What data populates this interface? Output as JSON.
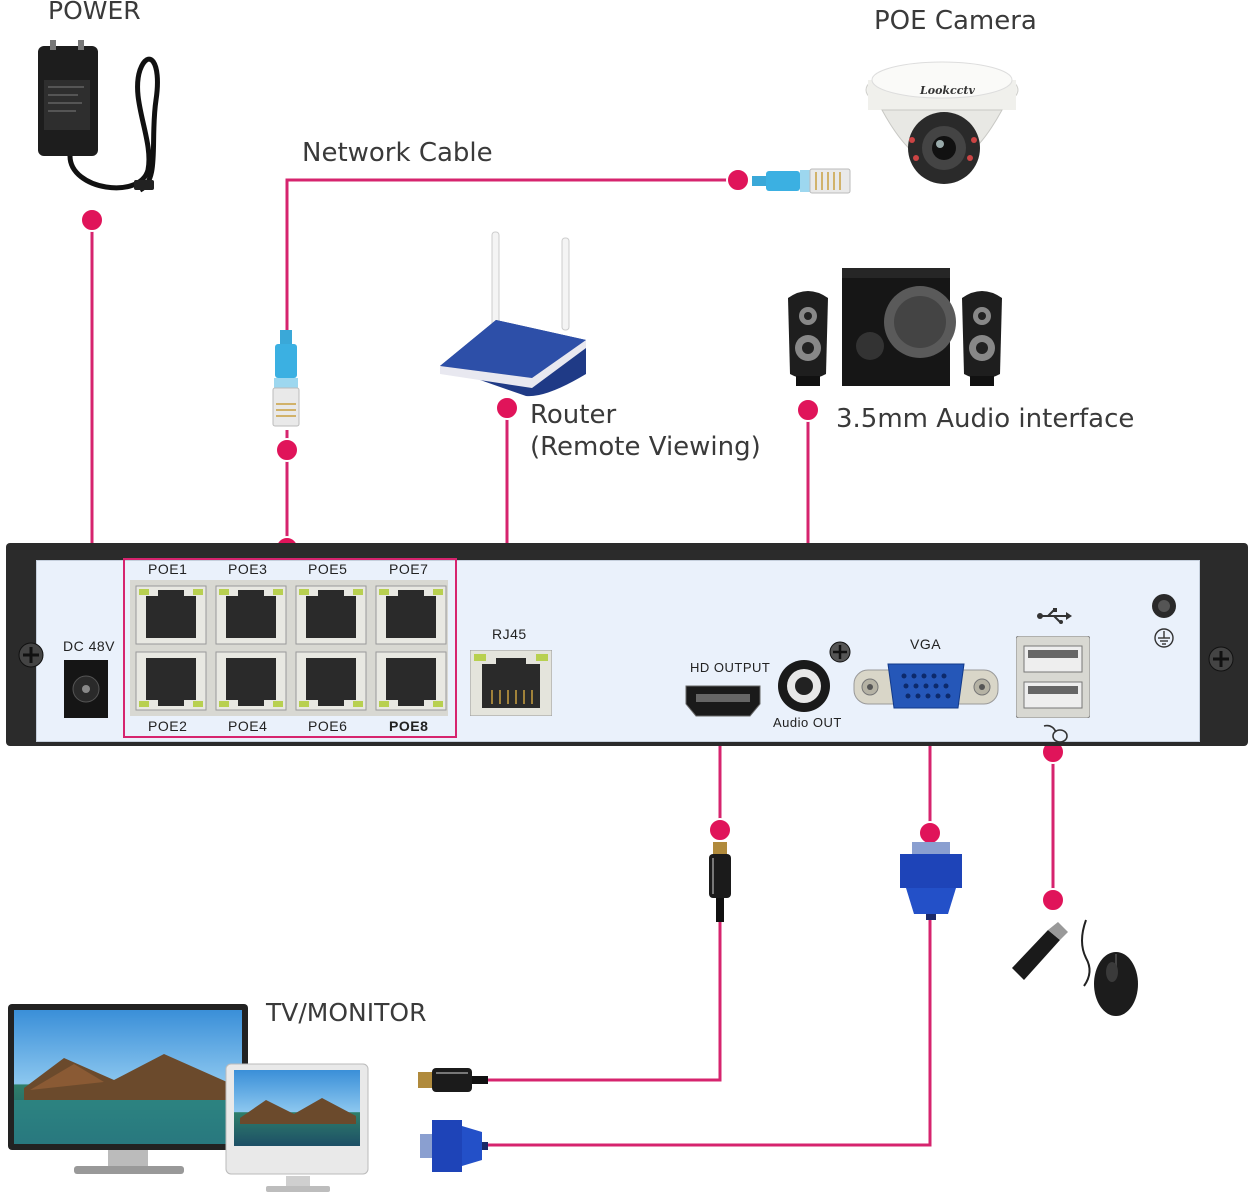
{
  "devices": {
    "power": "POWER",
    "poe_camera": "POE Camera",
    "network_cable": "Network Cable",
    "router_line1": "Router",
    "router_line2": "(Remote Viewing)",
    "audio": "3.5mm Audio interface",
    "monitor": "TV/MONITOR",
    "camera_brand": "Lookcctv"
  },
  "nvr_ports": {
    "dc": "DC 48V",
    "poe_top": [
      "POE1",
      "POE3",
      "POE5",
      "POE7"
    ],
    "poe_bottom": [
      "POE2",
      "POE4",
      "POE6",
      "POE8"
    ],
    "rj45": "RJ45",
    "hd_output": "HD OUTPUT",
    "audio_out": "Audio OUT",
    "vga": "VGA"
  },
  "colors": {
    "connector_line": "#d6246e",
    "dot": "#e0145a",
    "panel": "#eaf1fb",
    "chassis": "#2b2b2b"
  }
}
